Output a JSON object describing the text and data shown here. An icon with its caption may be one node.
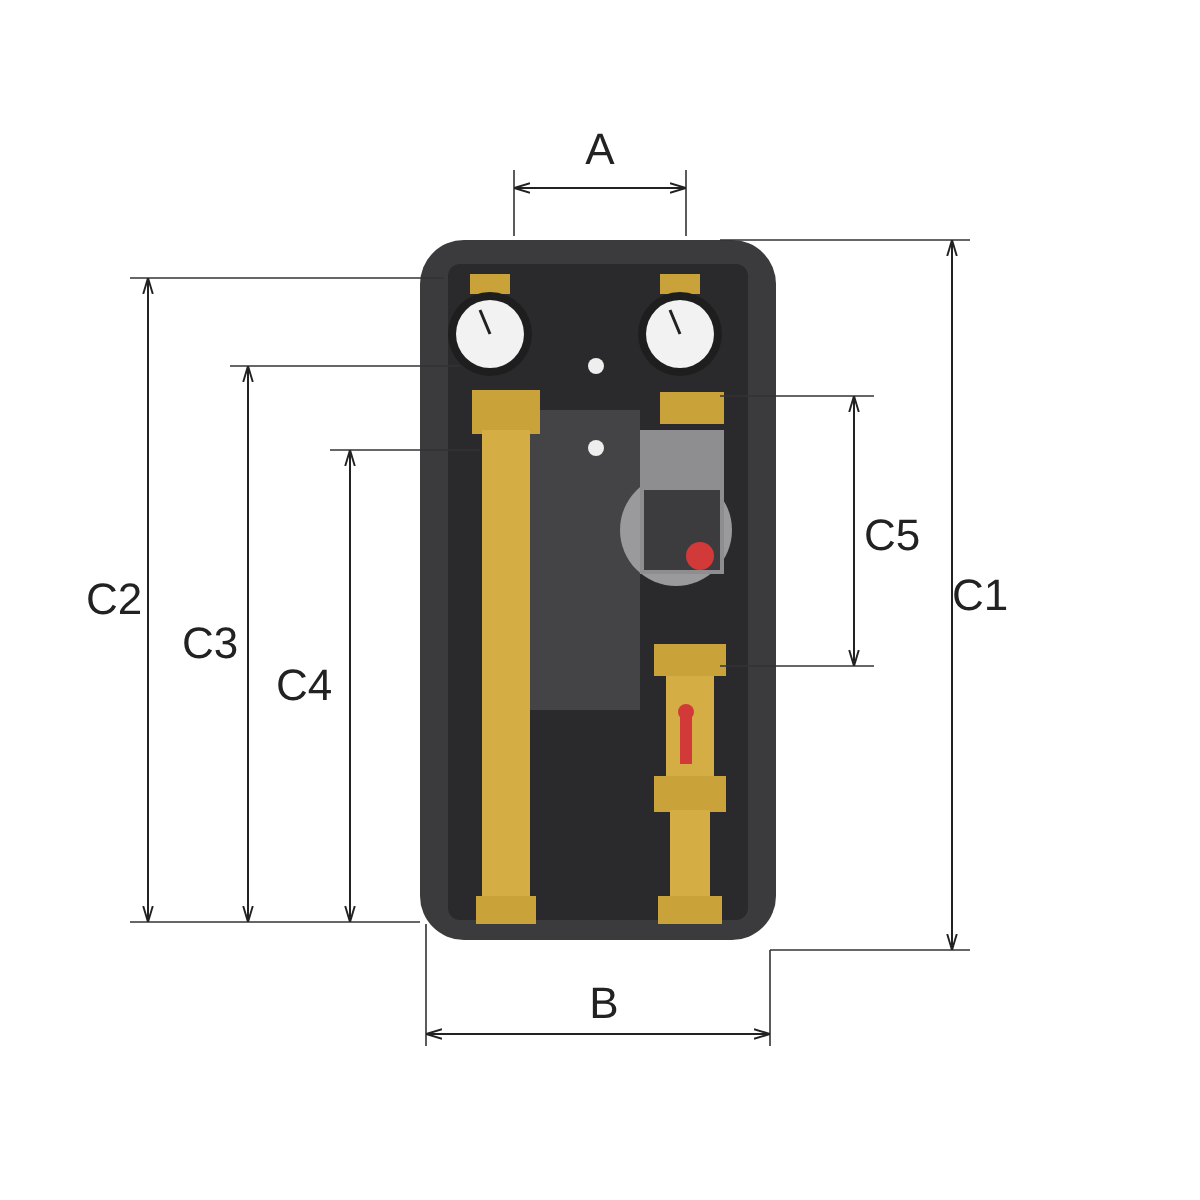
{
  "diagram": {
    "labels": [
      "A",
      "C5",
      "C2",
      "C1",
      "C3",
      "C4",
      "B"
    ]
  }
}
